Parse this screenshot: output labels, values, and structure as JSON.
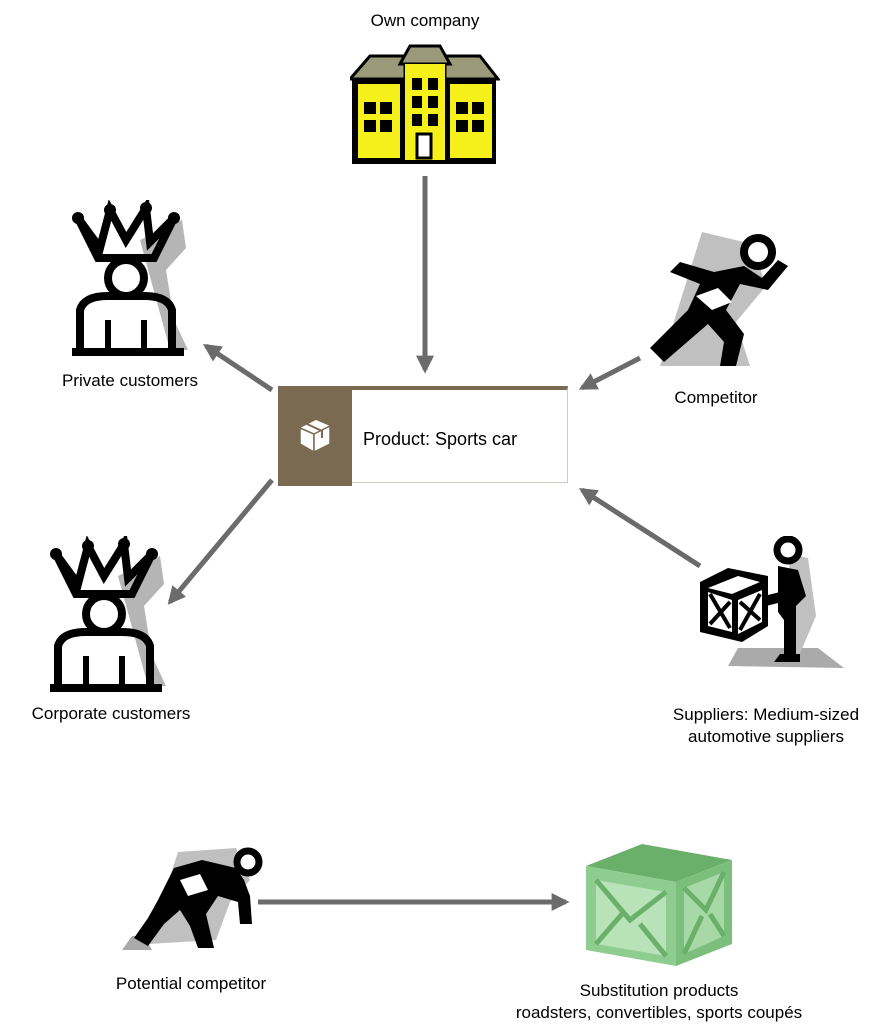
{
  "nodes": {
    "own_company": "Own company",
    "private_customers": "Private customers",
    "corporate_customers": "Corporate customers",
    "competitor": "Competitor",
    "suppliers_line1": "Suppliers: Medium-sized",
    "suppliers_line2": "automotive suppliers",
    "potential_competitor": "Potential competitor",
    "substitution_line1": "Substitution products",
    "substitution_line2": "roadsters, convertibles, sports coupés",
    "product": "Product: Sports car"
  },
  "colors": {
    "arrow": "#6b6b6b",
    "product_tag": "#7b6a52",
    "building": "#f5f01a",
    "substitution_box": "#8fcc8f"
  },
  "icons": {
    "own_company": "building-icon",
    "private_customers": "crowned-person-icon",
    "corporate_customers": "crowned-person-icon",
    "competitor": "runner-icon",
    "suppliers": "person-carrying-box-icon",
    "potential_competitor": "sprinter-start-icon",
    "substitution": "green-box-icon",
    "product": "package-icon"
  }
}
